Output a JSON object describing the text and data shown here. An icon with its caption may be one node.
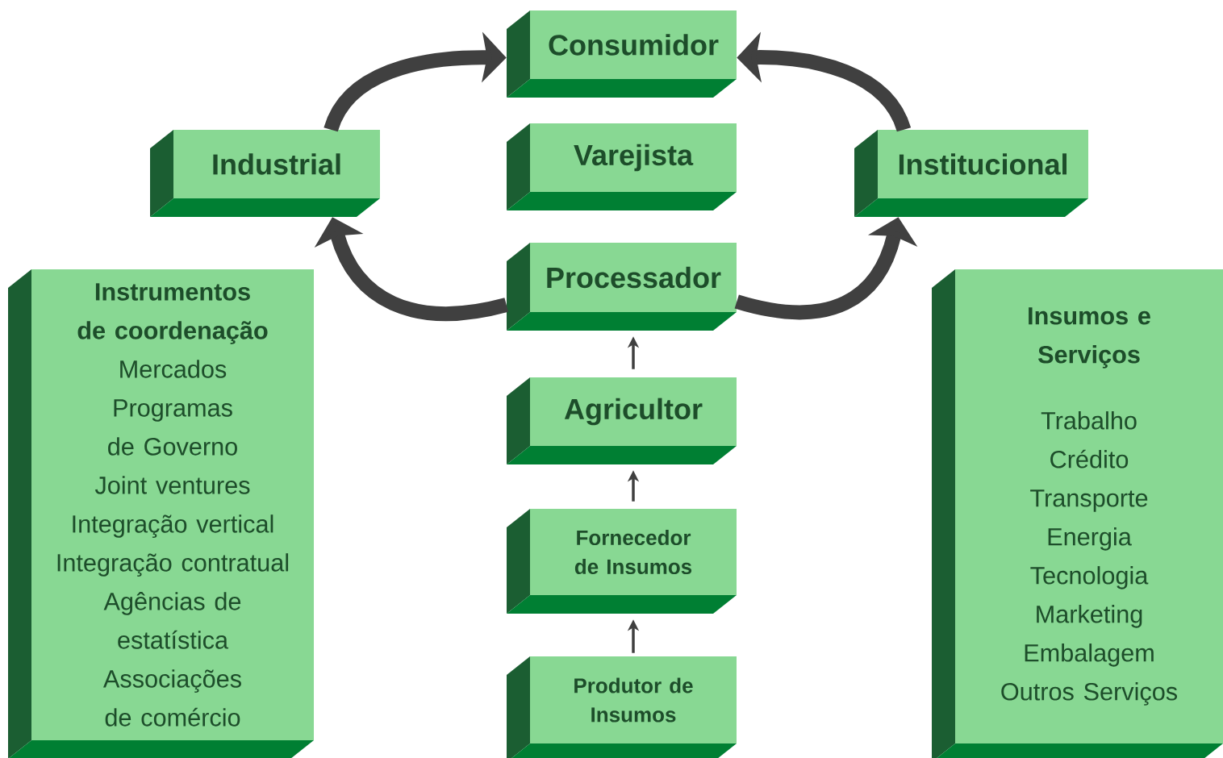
{
  "diagram": {
    "nodes": [
      {
        "text": [
          "Consumidor"
        ]
      },
      {
        "text": [
          "Industrial"
        ]
      },
      {
        "text": [
          "Varejista"
        ]
      },
      {
        "text": [
          "Institucional"
        ]
      },
      {
        "text": [
          "Instrumentos de coordenação",
          "Mercados",
          "Programas de Governo",
          "Joint ventures",
          "Integração vertical",
          "Integração contratual",
          "Agências de estatística",
          "Associações de comércio"
        ]
      },
      {
        "text": [
          "Processador"
        ]
      },
      {
        "text": [
          "Insumos e Serviços",
          "Trabalho",
          "Crédito",
          "Transporte",
          "Energia",
          "Tecnologia",
          "Marketing",
          "Embalagem",
          "Outros Serviços"
        ]
      },
      {
        "text": [
          "Agricultor"
        ]
      },
      {
        "text": [
          "Fornecedor de Insumos"
        ]
      },
      {
        "text": [
          "Produtor de Insumos"
        ]
      }
    ],
    "edges": [
      {
        "from": 1,
        "to": 0,
        "arrow": "to"
      },
      {
        "from": 3,
        "to": 0,
        "arrow": "to"
      },
      {
        "from": 5,
        "to": 1,
        "arrow": "to"
      },
      {
        "from": 5,
        "to": 3,
        "arrow": "to"
      },
      {
        "from": 7,
        "to": 5,
        "arrow": "to"
      },
      {
        "from": 8,
        "to": 7,
        "arrow": "to"
      },
      {
        "from": 9,
        "to": 8,
        "arrow": "to"
      }
    ]
  }
}
